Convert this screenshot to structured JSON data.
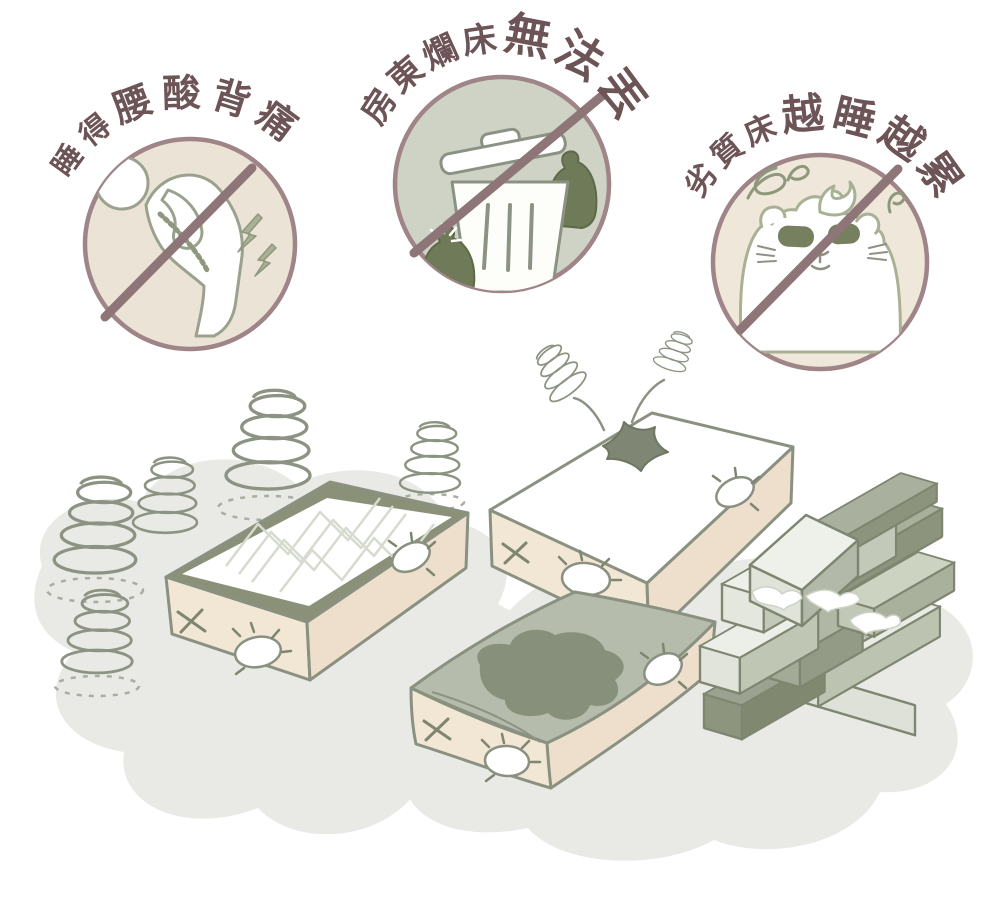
{
  "image": {
    "background": "#ffffff",
    "kind": "hand-drawn infographic illustration",
    "subject": "problems of old worn-out mattresses"
  },
  "badges": [
    {
      "id": "backache",
      "small_text": "睡得",
      "large_text": "腰酸背痛",
      "icon": "person-backache-icon",
      "circle_fill": "#ebe4d6",
      "circle_stroke": "#9f8587",
      "slash_color": "#8e7577"
    },
    {
      "id": "cannot-throw-away",
      "small_text": "房東爛床",
      "large_text": "無法丟",
      "icon": "trash-can-icon",
      "circle_fill": "#cfd3c6",
      "circle_stroke": "#9f8587",
      "slash_color": "#8e7577"
    },
    {
      "id": "more-tired",
      "small_text": "劣質床",
      "large_text": "越睡越累",
      "icon": "tired-hamster-icon",
      "circle_fill": "#efe8da",
      "circle_stroke": "#9f8587",
      "slash_color": "#8e7577"
    }
  ],
  "colors": {
    "text": "#6d5456",
    "outline_green": "#8c9383",
    "mattress_beige": "#f2e6d4",
    "mattress_beige_dark": "#eddfcb",
    "zigzag_band_green": "#8a9178",
    "sagging_top_green": "#b5bcab",
    "stain_dark": "#87907a",
    "hole_dark": "#7f8673",
    "shadow_blob_gray": "#e9eae6",
    "garbage_bag_olive": "#6f7a58",
    "brick_light": "#edefe9",
    "brick_medium": "#b0b7a4",
    "brick_dark": "#9ba28f",
    "brick_pale_green": "#ccd3c0"
  },
  "illustration": {
    "parts": [
      "coil-springs",
      "zigzag-top-mattress",
      "popped-spring-mattress",
      "sagging-stained-mattress",
      "brick-stack",
      "shadow-blobs"
    ]
  }
}
